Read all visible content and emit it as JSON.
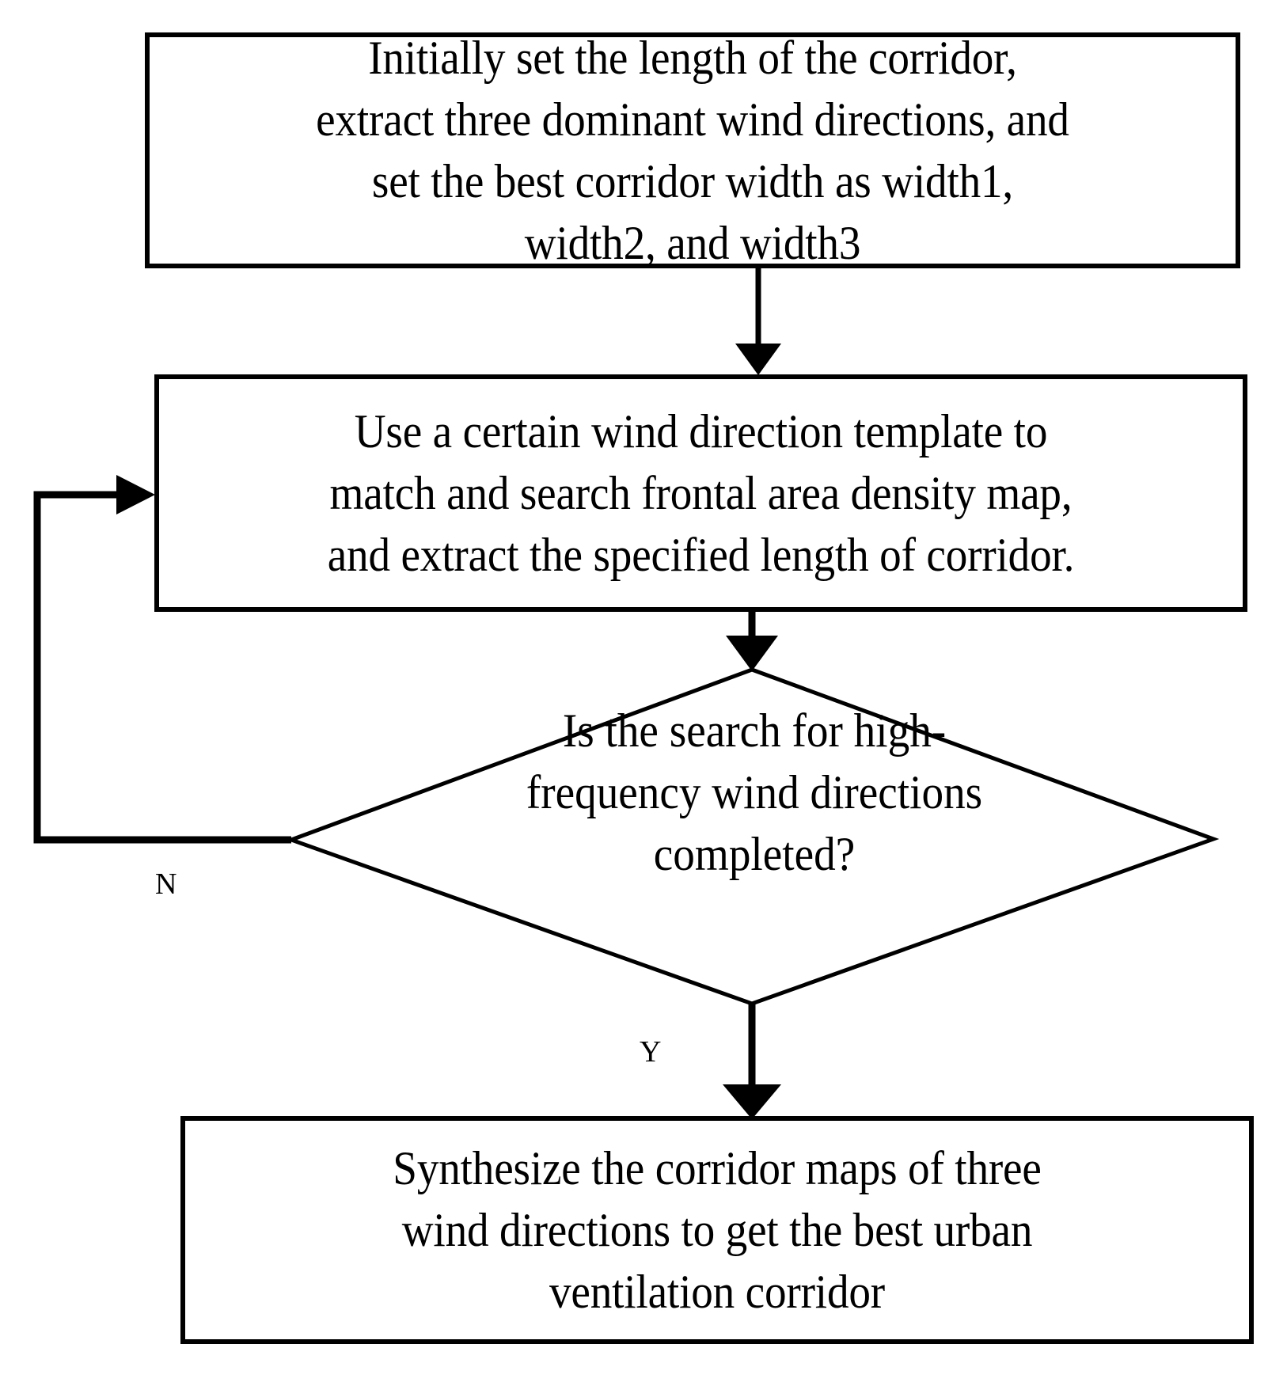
{
  "diagram": {
    "title": "Urban ventilation corridor extraction flowchart",
    "type": "flowchart",
    "background_color": "#ffffff",
    "line_color": "#000000",
    "nodes": [
      {
        "id": "initial",
        "shape": "process",
        "text": "Initially set the length of the corridor,\nextract three dominant wind directions, and\nset the best corridor width as width1,\nwidth2, and width3"
      },
      {
        "id": "search",
        "shape": "process",
        "text": "Use a certain wind direction template to\nmatch and search frontal area density map,\nand extract the specified length of corridor."
      },
      {
        "id": "decision",
        "shape": "diamond",
        "text": "Is the search for high-\nfrequency wind directions\ncompleted?"
      },
      {
        "id": "result",
        "shape": "process",
        "text": "Synthesize the corridor maps of three\nwind directions to get the best urban\nventilation corridor"
      }
    ],
    "edges": [
      {
        "id": "e1",
        "from": "initial",
        "to": "search",
        "label": ""
      },
      {
        "id": "e2",
        "from": "search",
        "to": "decision",
        "label": ""
      },
      {
        "id": "e3",
        "from": "decision",
        "to": "search",
        "label": "N"
      },
      {
        "id": "e4",
        "from": "decision",
        "to": "result",
        "label": "Y"
      }
    ],
    "labels": {
      "no": "N",
      "yes": "Y"
    }
  }
}
